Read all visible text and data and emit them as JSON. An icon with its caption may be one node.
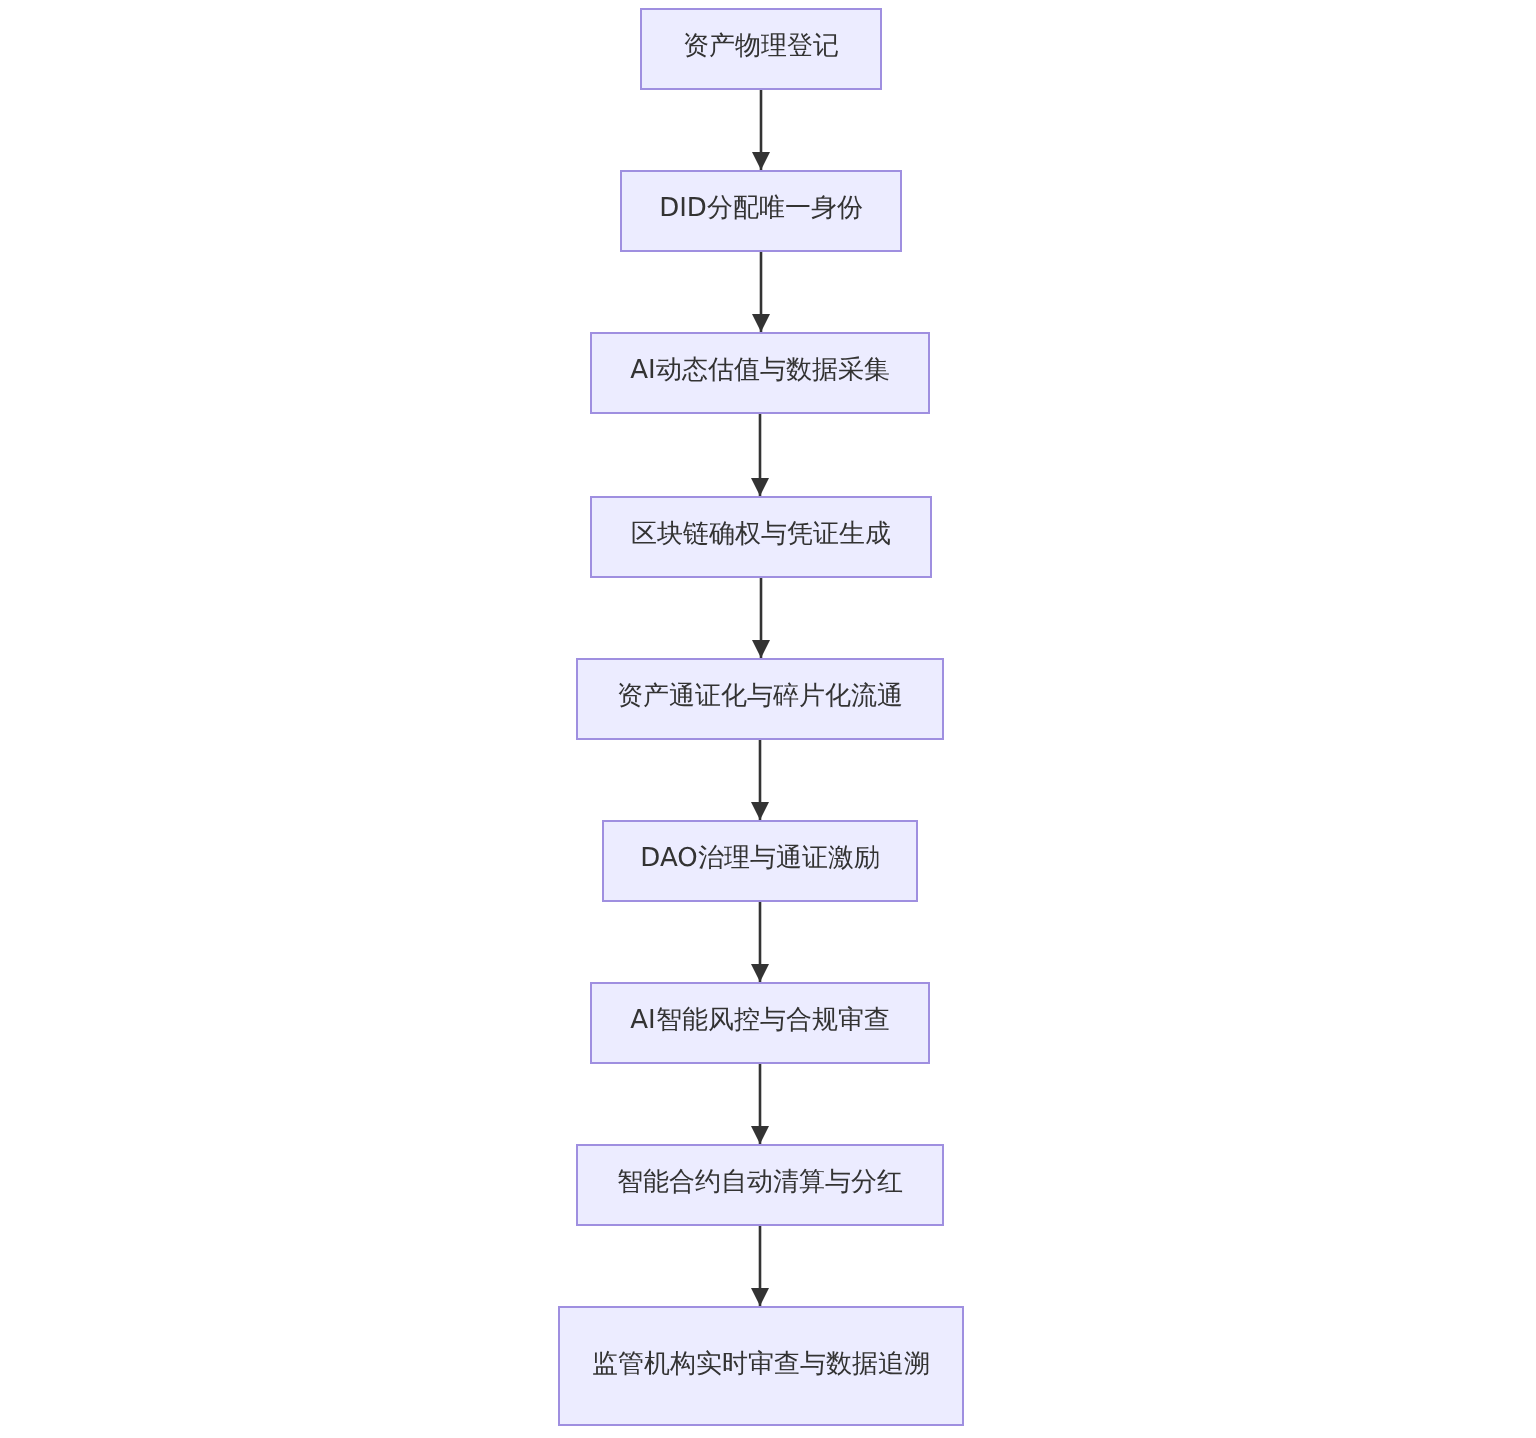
{
  "diagram": {
    "nodes": [
      {
        "text": [
          "资产物理登记"
        ]
      },
      {
        "text": [
          "DID分配唯一身份"
        ]
      },
      {
        "text": [
          "AI动态估值与数据采集"
        ]
      },
      {
        "text": [
          "区块链确权与凭证生成"
        ]
      },
      {
        "text": [
          "资产通证化与碎片化流通"
        ]
      },
      {
        "text": [
          "DAO治理与通证激励"
        ]
      },
      {
        "text": [
          "AI智能风控与合规审查"
        ]
      },
      {
        "text": [
          "智能合约自动清算与分红"
        ]
      },
      {
        "text": [
          "监管机构实时审查与数据追溯"
        ]
      }
    ],
    "edges": [
      {
        "from": 0,
        "to": 1,
        "arrow": "to"
      },
      {
        "from": 1,
        "to": 2,
        "arrow": "to"
      },
      {
        "from": 2,
        "to": 3,
        "arrow": "to"
      },
      {
        "from": 3,
        "to": 4,
        "arrow": "to"
      },
      {
        "from": 4,
        "to": 5,
        "arrow": "to"
      },
      {
        "from": 5,
        "to": 6,
        "arrow": "to"
      },
      {
        "from": 6,
        "to": 7,
        "arrow": "to"
      },
      {
        "from": 7,
        "to": 8,
        "arrow": "to"
      }
    ]
  }
}
